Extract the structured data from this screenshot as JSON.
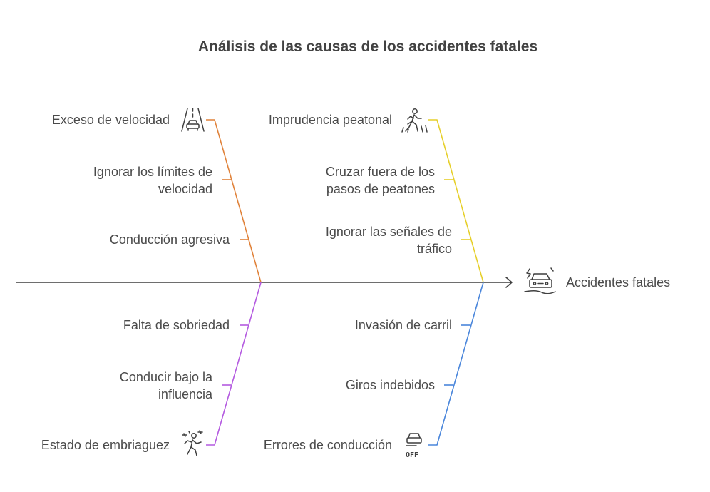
{
  "title": "Análisis de las causas de los accidentes fatales",
  "effect": {
    "label": "Accidentes fatales",
    "icon": "car-crash-icon"
  },
  "colors": {
    "spine": "#3f3f3f",
    "speed": "#e0823a",
    "pedestrian": "#e6cf2a",
    "alcohol": "#b45ae0",
    "driving": "#4a86db"
  },
  "categories": [
    {
      "id": "speed",
      "label": "Exceso de velocidad",
      "icon": "speeding-car-icon",
      "causes": [
        "Ignorar los límites de velocidad",
        "Conducción agresiva"
      ]
    },
    {
      "id": "pedestrian",
      "label": "Imprudencia peatonal",
      "icon": "pedestrian-crossing-icon",
      "causes": [
        "Cruzar fuera de los pasos de peatones",
        "Ignorar las señales de tráfico"
      ]
    },
    {
      "id": "alcohol",
      "label": "Estado de embriaguez",
      "icon": "dizzy-person-icon",
      "causes": [
        "Falta de sobriedad",
        "Conducir bajo la influencia"
      ]
    },
    {
      "id": "driving",
      "label": "Errores de conducción",
      "icon": "car-off-road-icon",
      "icon_text": "OFF",
      "causes": [
        "Invasión de carril",
        "Giros indebidos"
      ]
    }
  ]
}
